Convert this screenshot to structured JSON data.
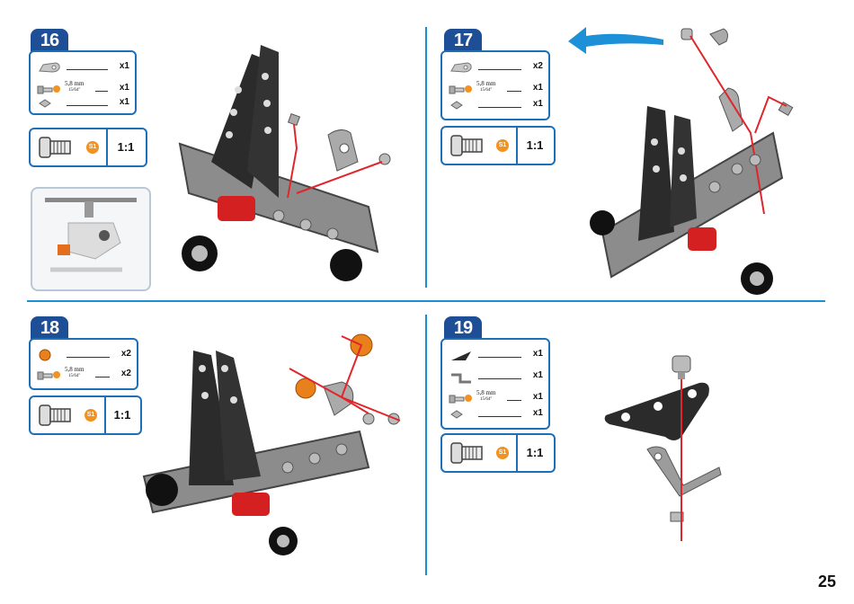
{
  "page_number": "25",
  "steps": [
    {
      "number": "16",
      "parts": [
        {
          "icon": "bracket-plate-icon",
          "qty": "x1"
        },
        {
          "icon": "screw-icon",
          "qty": "x1",
          "dim": "5,8 mm",
          "dim_sub": "15/64\""
        },
        {
          "icon": "nut-icon",
          "qty": "x1"
        }
      ],
      "tool_badge": "S1",
      "scale": "1:1"
    },
    {
      "number": "17",
      "parts": [
        {
          "icon": "bracket-plate-icon",
          "qty": "x2"
        },
        {
          "icon": "screw-icon",
          "qty": "x1",
          "dim": "5,8 mm",
          "dim_sub": "15/64\""
        },
        {
          "icon": "nut-icon",
          "qty": "x1"
        }
      ],
      "tool_badge": "S1",
      "scale": "1:1"
    },
    {
      "number": "18",
      "parts": [
        {
          "icon": "orange-ball-icon",
          "qty": "x2"
        },
        {
          "icon": "screw-icon",
          "qty": "x2",
          "dim": "5,8 mm",
          "dim_sub": "15/64\""
        }
      ],
      "tool_badge": "S1",
      "scale": "1:1"
    },
    {
      "number": "19",
      "parts": [
        {
          "icon": "triangle-plate-icon",
          "qty": "x1"
        },
        {
          "icon": "angle-bracket-icon",
          "qty": "x1"
        },
        {
          "icon": "screw-icon",
          "qty": "x1",
          "dim": "5,8 mm",
          "dim_sub": "15/64\""
        },
        {
          "icon": "nut-icon",
          "qty": "x1"
        }
      ],
      "tool_badge": "S1",
      "scale": "1:1"
    }
  ],
  "colors": {
    "accent_blue": "#1a8fd4",
    "step_badge": "#1d4e96",
    "tool_orange": "#f29221",
    "guide_red": "#e0262b"
  }
}
